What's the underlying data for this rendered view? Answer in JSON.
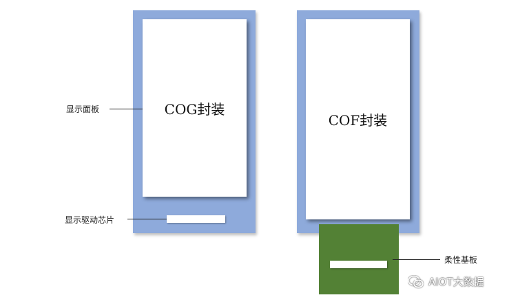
{
  "diagram": {
    "cog": {
      "title": "COG封装",
      "label_panel": "显示面板",
      "label_chip": "显示驱动芯片"
    },
    "cof": {
      "title": "COF封装",
      "label_flex": "柔性基板"
    }
  },
  "watermark": {
    "icon": "wechat-icon",
    "text": "AIOT大数据"
  },
  "colors": {
    "frame": "#8eaadb",
    "flex_substrate": "#538135",
    "panel": "#ffffff"
  }
}
